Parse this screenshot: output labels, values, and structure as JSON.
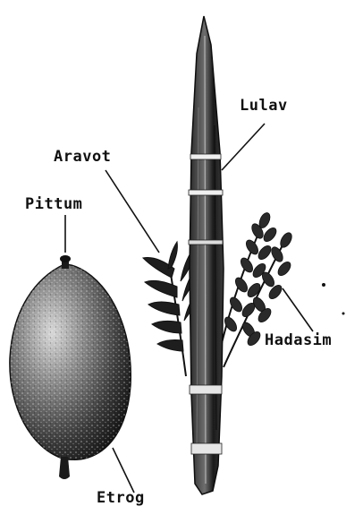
{
  "labels": {
    "lulav": "Lulav",
    "aravot": "Aravot",
    "pittum": "Pittum",
    "hadasim": "Hadasim",
    "etrog": "Etrog"
  },
  "colors": {
    "ink": "#111111",
    "paper": "#ffffff",
    "fruit_dark": "#1e1e1e",
    "fruit_light": "#cfcfcf"
  }
}
